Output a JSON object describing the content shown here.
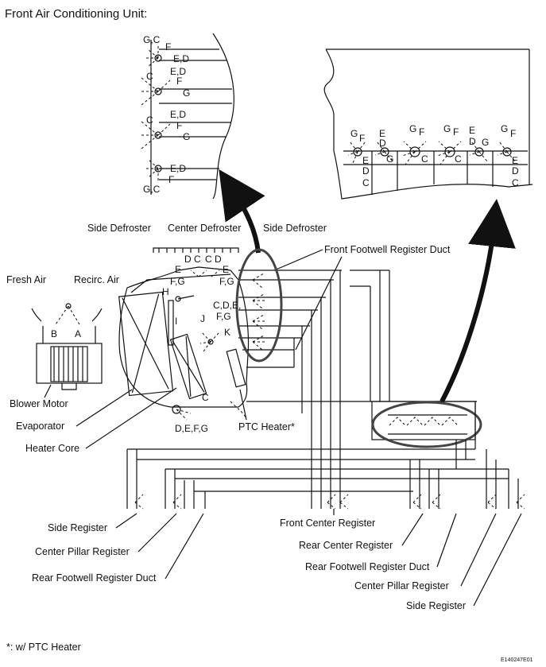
{
  "diagram": {
    "title": "Front Air Conditioning Unit:",
    "footnote": "*: w/ PTC Heater",
    "ref_code": "E140247E01",
    "labels": {
      "side_defroster_left": "Side Defroster",
      "center_defroster": "Center Defroster",
      "side_defroster_right": "Side Defroster",
      "front_footwell_register_duct": "Front Footwell Register Duct",
      "fresh_air": "Fresh Air",
      "recirc_air": "Recirc. Air",
      "blower_motor": "Blower Motor",
      "evaporator": "Evaporator",
      "heater_core": "Heater Core",
      "ptc_heater": "PTC Heater*",
      "side_register_left": "Side Register",
      "center_pillar_register_left": "Center Pillar Register",
      "rear_footwell_register_duct_left": "Rear Footwell Register Duct",
      "front_center_register": "Front Center Register",
      "rear_center_register": "Rear Center Register",
      "rear_footwell_register_duct_right": "Rear Footwell Register Duct",
      "center_pillar_register_right": "Center Pillar Register",
      "side_register_right": "Side Register"
    },
    "damper_letters": {
      "gc_top": "G,C",
      "f1": "F",
      "ed1": "E,D",
      "ed2": "E,D",
      "c2": "C",
      "f2": "F",
      "g2": "G",
      "c3": "C",
      "ed3": "E,D",
      "f3": "F",
      "g3": "G",
      "ed4": "E,D",
      "f4": "F",
      "gc_bottom": "G,C",
      "a": "A",
      "b": "B",
      "h": "H",
      "i": "I",
      "j": "J",
      "k": "K",
      "c_center": "C",
      "d_left": "D",
      "d_right": "D",
      "c_l": "C",
      "c_r": "C",
      "e_left": "E",
      "e_right": "E",
      "fg_left": "F,G",
      "fg_right": "F,G",
      "cde": "C,D,E,",
      "fg_mid": "F,G",
      "c_heater": "C",
      "defg": "D,E,F,G",
      "r_g1": "G",
      "r_f1": "F",
      "r_e1": "E",
      "r_d1": "D",
      "r_c1": "C",
      "r_e2": "E",
      "r_d2": "D",
      "r_g2": "G",
      "r_g3": "G",
      "r_f3": "F",
      "r_c3": "C",
      "r_g4": "G",
      "r_f4": "F",
      "r_c4": "C",
      "r_e5": "E",
      "r_d5": "D",
      "r_g5": "G",
      "r_g6": "G",
      "r_f6": "F",
      "r_e6": "E",
      "r_d6": "D",
      "r_c6": "C"
    }
  }
}
